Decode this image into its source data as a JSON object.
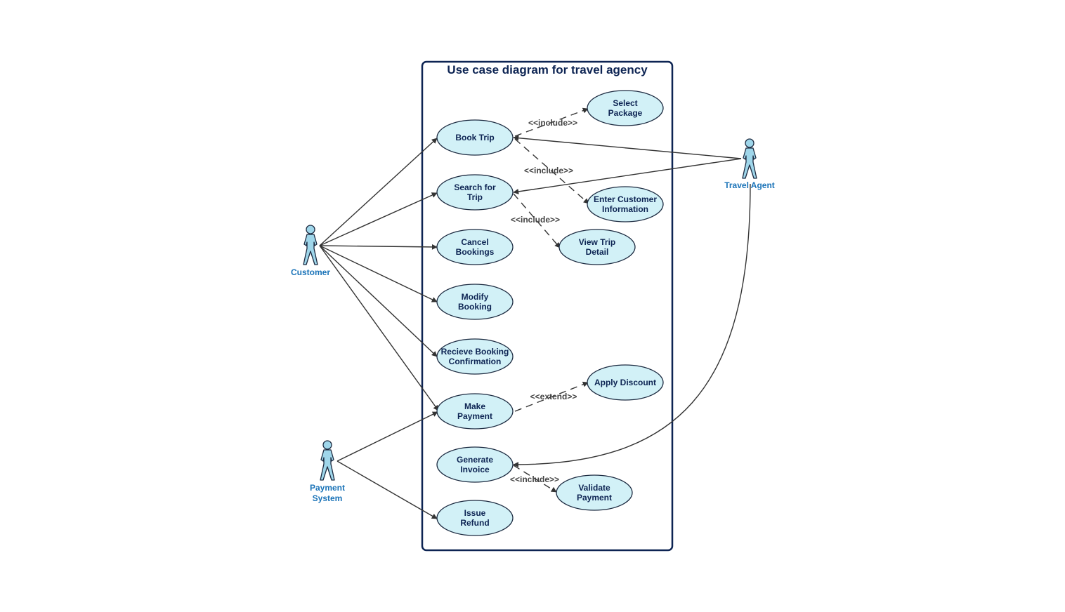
{
  "title": "Use case diagram for travel agency",
  "colors": {
    "boundary": "#0d2453",
    "title": "#0d2453",
    "usecase_fill": "#d2f1f7",
    "usecase_stroke": "#1c2a40",
    "usecase_text": "#0d2453",
    "actor_fill": "#9fd6ea",
    "actor_stroke": "#1c2a40",
    "actor_text": "#1a73b8",
    "line": "#333333",
    "relation_text": "#444444"
  },
  "actors": {
    "customer": [
      "Customer"
    ],
    "travel_agent": [
      "Travel Agent"
    ],
    "payment_system": [
      "Payment",
      "System"
    ]
  },
  "use_cases": {
    "book_trip": [
      "Book Trip"
    ],
    "search_trip": [
      "Search for",
      "Trip"
    ],
    "cancel_bookings": [
      "Cancel",
      "Bookings"
    ],
    "modify_booking": [
      "Modify",
      "Booking"
    ],
    "receive_confirmation": [
      "Recieve Booking",
      "Confirmation"
    ],
    "make_payment": [
      "Make",
      "Payment"
    ],
    "generate_invoice": [
      "Generate",
      "Invoice"
    ],
    "issue_refund": [
      "Issue",
      "Refund"
    ],
    "select_package": [
      "Select",
      "Package"
    ],
    "enter_customer_info": [
      "Enter Customer",
      "Information"
    ],
    "view_trip_detail": [
      "View Trip",
      "Detail"
    ],
    "apply_discount": [
      "Apply Discount"
    ],
    "validate_payment": [
      "Validate",
      "Payment"
    ]
  },
  "relationship_labels": {
    "include_select_package": "<<include>>",
    "include_enter_info": "<<include>>",
    "include_view_detail": "<<include>>",
    "extend_discount": "<<extend>>",
    "include_validate_payment": "<<include>>"
  }
}
